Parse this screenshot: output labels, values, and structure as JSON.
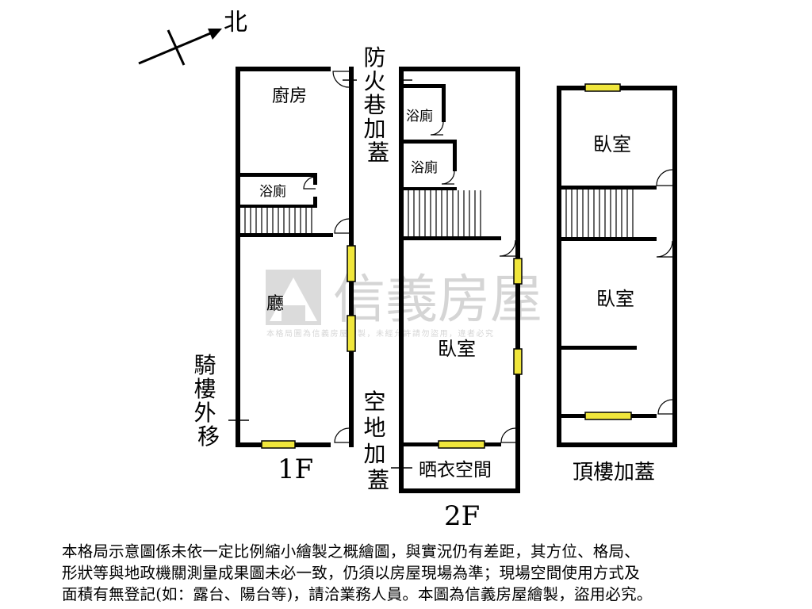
{
  "compass": {
    "label": "北"
  },
  "watermark": {
    "brand": "信義房屋",
    "notice": "本格局圖為信義房屋繪製，未經允許請勿盜用，違者必究"
  },
  "floors": [
    {
      "title": "1F",
      "rooms": [
        "廚房",
        "浴廁",
        "廳"
      ]
    },
    {
      "title": "2F",
      "rooms": [
        "浴廁",
        "浴廁",
        "臥室",
        "晒衣空間"
      ]
    },
    {
      "title": "頂樓加蓋",
      "rooms": [
        "臥室",
        "臥室"
      ]
    }
  ],
  "annotations": {
    "fire_lane": "防火巷加蓋",
    "arcade": "騎樓外移",
    "open_space": "空地加蓋"
  },
  "disclaimer": {
    "line1": "本格局示意圖係未依一定比例縮小繪製之概繪圖，與實況仍有差距，其方位、格局、",
    "line2": "形狀等與地政機關測量成果圖未必一致，仍須以房屋現場為準；現場空間使用方式及",
    "line3": "面積有無登記(如：露台、陽台等)，請洽業務人員。本圖為信義房屋繪製，盜用必究。"
  }
}
